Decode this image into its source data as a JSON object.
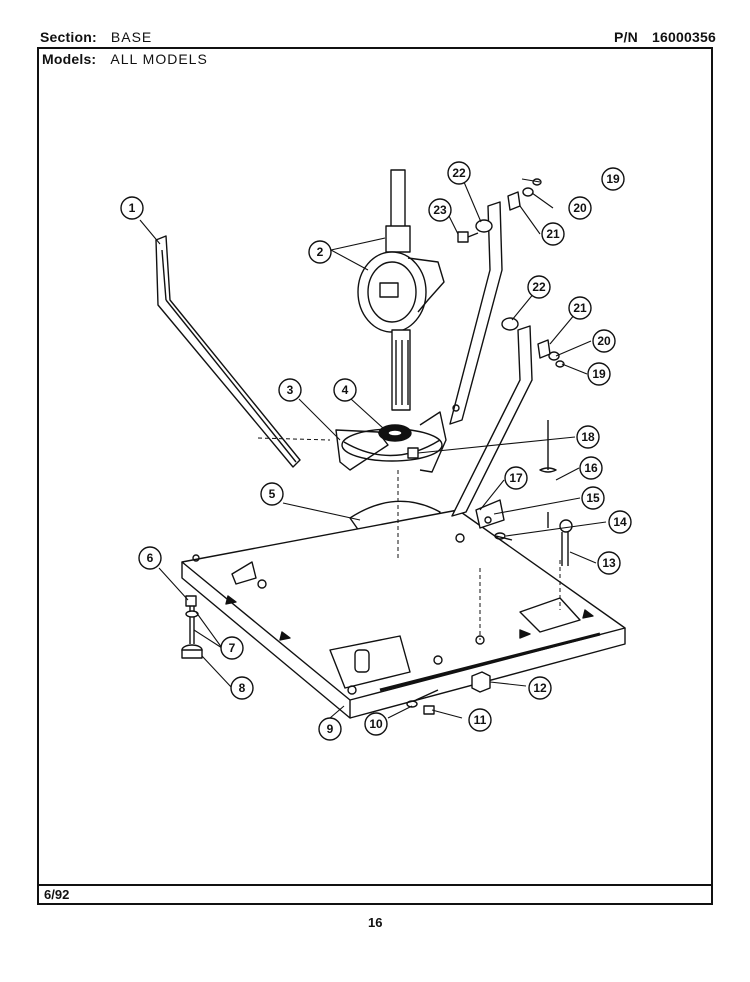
{
  "header": {
    "section_label": "Section:",
    "section_value": "BASE",
    "pn_label": "P/N",
    "pn_value": "16000356",
    "models_label": "Models:",
    "models_value": "ALL MODELS"
  },
  "footer": {
    "date": "6/92",
    "page_number": "16"
  },
  "callouts": [
    "1",
    "2",
    "3",
    "4",
    "5",
    "6",
    "7",
    "8",
    "9",
    "10",
    "11",
    "12",
    "13",
    "14",
    "15",
    "16",
    "17",
    "18",
    "19",
    "20",
    "21",
    "22",
    "23"
  ]
}
